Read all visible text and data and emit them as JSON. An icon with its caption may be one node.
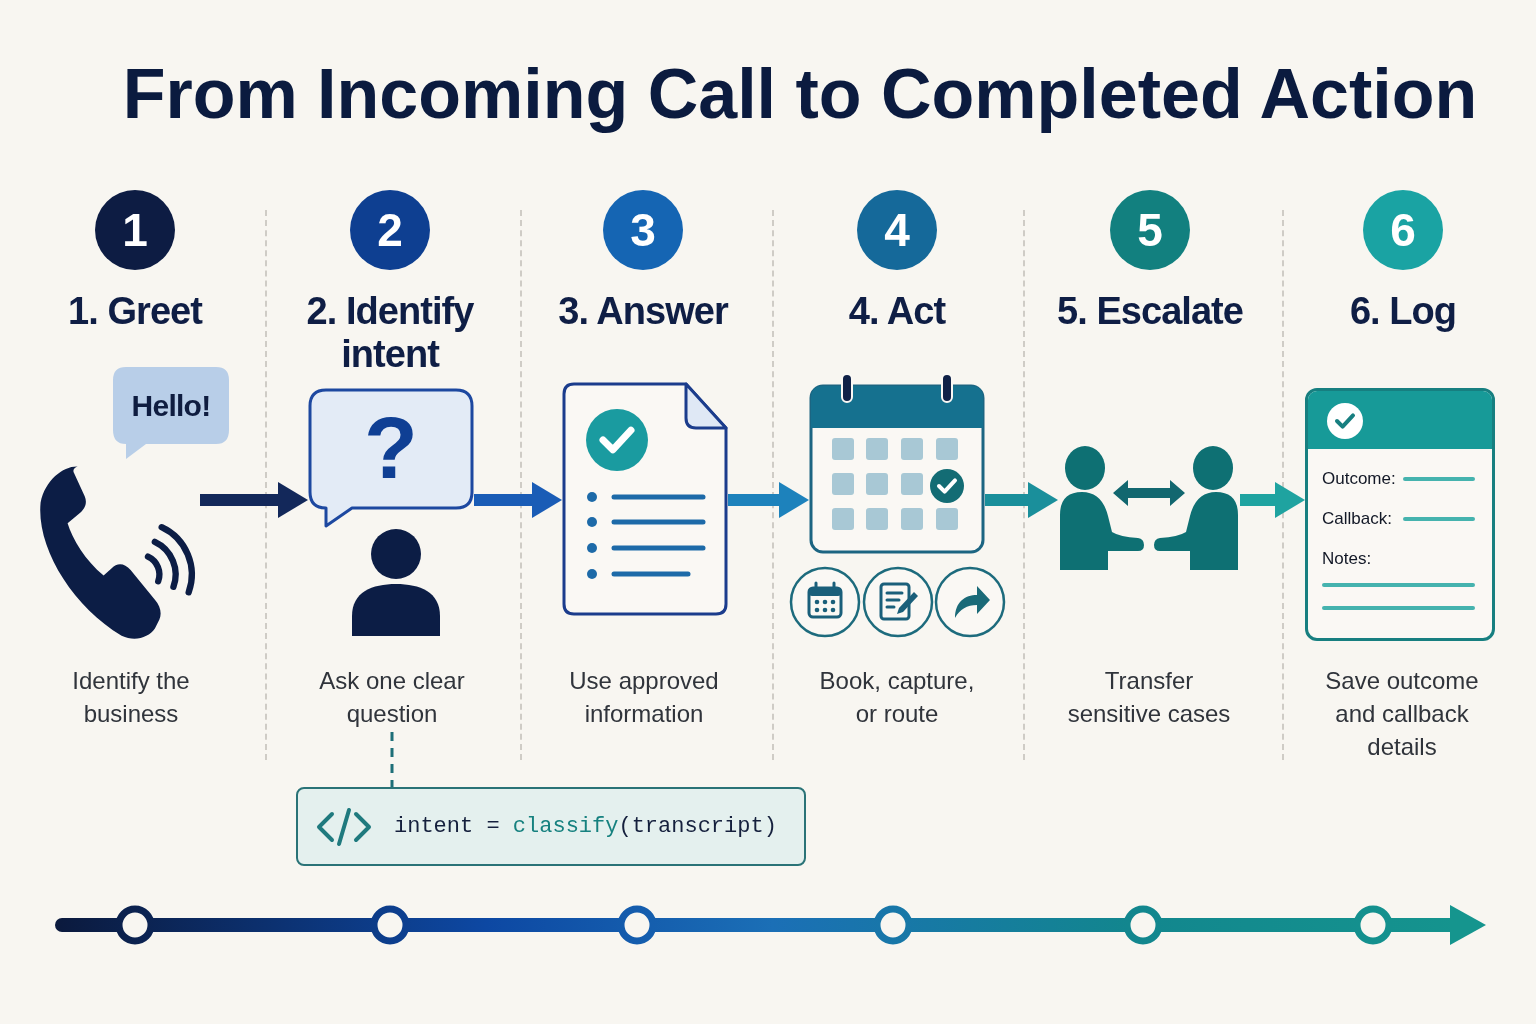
{
  "diagram": {
    "title": "From Incoming Call to Completed Action",
    "nodes": [
      {
        "text": [
          "1"
        ]
      },
      {
        "text": [
          "2"
        ]
      },
      {
        "text": [
          "3"
        ]
      },
      {
        "text": [
          "4"
        ]
      },
      {
        "text": [
          "5"
        ]
      },
      {
        "text": [
          "6"
        ]
      },
      {
        "text": [],
        "shape": "picture"
      },
      {
        "text": [
          "Hello!"
        ]
      },
      {
        "text": [
          "?"
        ]
      },
      {
        "text": [],
        "shape": "picture"
      },
      {
        "text": [],
        "shape": "picture"
      },
      {
        "text": [],
        "shape": "picture"
      },
      {
        "text": [
          "Outcome:",
          "Callback:",
          "Notes:"
        ]
      },
      {
        "text": [
          "Ask one clear question"
        ]
      },
      {
        "text": [
          "intent = classify(transcript)"
        ]
      }
    ],
    "edges": [
      {
        "from": 6,
        "to": 8,
        "arrow": "to",
        "color": "#13285a"
      },
      {
        "from": 8,
        "to": 9,
        "arrow": "to",
        "color": "#1a5cb6"
      },
      {
        "from": 9,
        "to": 10,
        "arrow": "to",
        "color": "#1d82bc"
      },
      {
        "from": 10,
        "to": 11,
        "arrow": "to",
        "color": "#1a8f9b"
      },
      {
        "from": 11,
        "to": 12,
        "arrow": "to",
        "color": "#1fa3a0"
      },
      {
        "from": 13,
        "to": 14,
        "arrow": "none",
        "style": "dashed",
        "color": "#1e6f78"
      }
    ],
    "labels": [
      "1. Greet",
      "2. Identify intent",
      "3. Answer",
      "4. Act",
      "5. Escalate",
      "6. Log",
      "Identify the business",
      "Use approved information",
      "Book, capture, or route",
      "Transfer sensitive cases",
      "Save outcome and callback details"
    ]
  }
}
